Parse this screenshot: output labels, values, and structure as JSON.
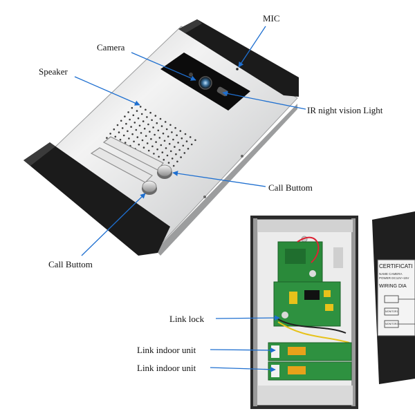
{
  "labels": {
    "mic": "MIC",
    "camera": "Camera",
    "speaker": "Speaker",
    "ir_light": "IR night vision Light",
    "call_button_right": "Call Buttom",
    "call_button_left": "Call Buttom",
    "link_lock": "Link  lock",
    "link_indoor_1": "Link indoor unit",
    "link_indoor_2": "Link indoor unit"
  },
  "certificate": {
    "title": "CERTIFICATI",
    "line1": "NAME CAMERA",
    "line2": "POWER DC12V~15V",
    "wiring": "WIRING  DIA",
    "box1": "MONITOR1",
    "box2": "MONITOR2"
  },
  "colors": {
    "pointer": "#1e6fd0",
    "panel": "#d9dadb",
    "endcap": "#1b1b1b",
    "pcb": "#2a8a3a"
  }
}
